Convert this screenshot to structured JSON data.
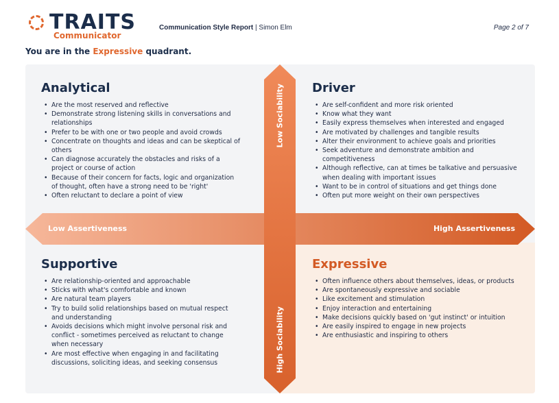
{
  "header": {
    "logo_word": "TRAITS",
    "logo_sub": "Communicator",
    "report_title_bold": "Communication Style Report",
    "report_title_sep": " | ",
    "report_person": "Simon Elm",
    "page": "Page 2 of 7"
  },
  "intro": {
    "prefix": "You are in the ",
    "highlight": "Expressive",
    "suffix": " quadrant."
  },
  "axes": {
    "top": "Low Sociability",
    "bottom": "High Sociability",
    "left": "Low Assertiveness",
    "right": "High Assertiveness"
  },
  "quadrants": {
    "analytical": {
      "title": "Analytical",
      "items": [
        "Are the most reserved and reflective",
        "Demonstrate strong listening skills in conversations and relationships",
        "Prefer to be with one or two people and avoid crowds",
        "Concentrate on thoughts and ideas and can be skeptical of others",
        "Can diagnose accurately the obstacles and risks of a project or course of action",
        "Because of their concern for facts, logic and organization of thought, often have a strong need to be 'right'",
        "Often reluctant to declare a point of view"
      ]
    },
    "driver": {
      "title": "Driver",
      "items": [
        "Are self-confident and more risk oriented",
        "Know what they want",
        "Easily express themselves when interested and engaged",
        "Are motivated by challenges and tangible results",
        "Alter their environment to achieve goals and priorities",
        "Seek adventure and demonstrate ambition and competitiveness",
        "Although reflective, can at times be talkative and persuasive when dealing with important issues",
        "Want to be in control of situations and get things done",
        "Often put more weight on their own perspectives"
      ]
    },
    "supportive": {
      "title": "Supportive",
      "items": [
        "Are relationship-oriented and approachable",
        "Sticks with what's comfortable and known",
        "Are natural team players",
        "Try to build solid relationships based on mutual respect and understanding",
        "Avoids decisions which might involve personal risk and conflict - sometimes perceived as reluctant to change when necessary",
        "Are most effective when engaging in and facilitating discussions, soliciting ideas, and seeking consensus"
      ]
    },
    "expressive": {
      "title": "Expressive",
      "items": [
        "Often influence others about themselves, ideas, or products",
        "Are spontaneously expressive and sociable",
        "Like excitement and stimulation",
        "Enjoy interaction and entertaining",
        "Make decisions quickly based on 'gut instinct' or intuition",
        "Are easily inspired to engage in new projects",
        "Are enthusiastic and inspiring to others"
      ]
    }
  },
  "colors": {
    "accent": "#e0672e",
    "navy": "#1b2d4a",
    "arrow_light": "#f6b79a",
    "arrow_dark": "#d35a24"
  }
}
